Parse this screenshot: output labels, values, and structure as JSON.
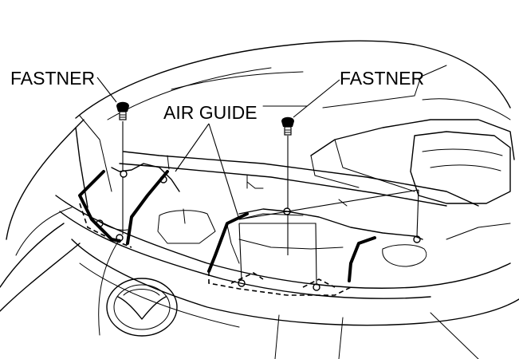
{
  "labels": {
    "fastener_left": "FASTNER",
    "air_guide": "AIR GUIDE",
    "fastener_right": "FASTNER"
  }
}
